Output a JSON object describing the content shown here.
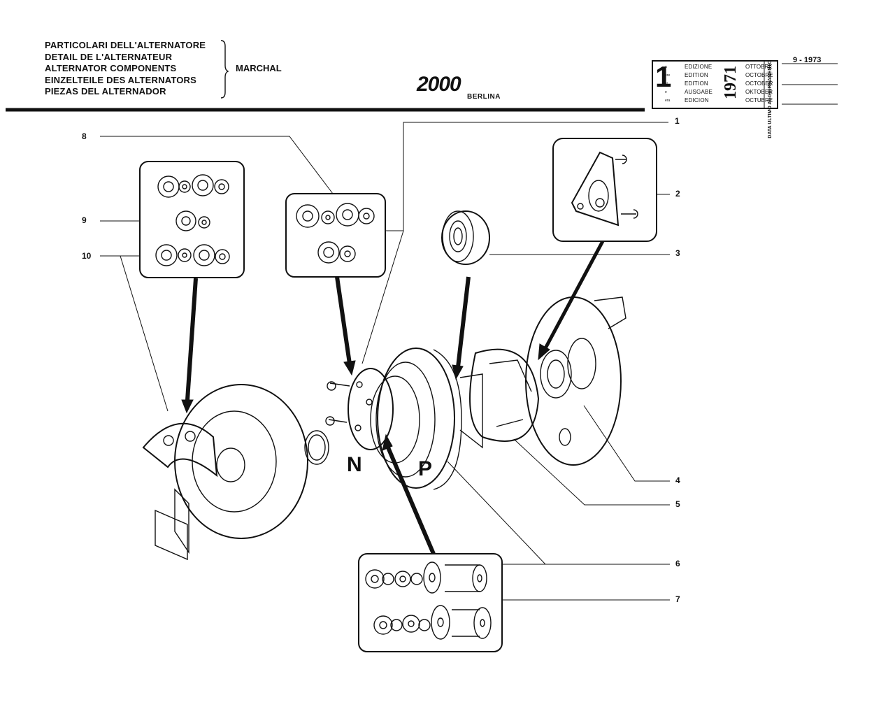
{
  "header": {
    "titles": [
      "PARTICOLARI DELL'ALTERNATORE",
      "DETAIL DE L'ALTERNATEUR",
      "ALTERNATOR COMPONENTS",
      "EINZELTEILE DES ALTERNATORS",
      "PIEZAS DEL ALTERNADOR"
    ],
    "manufacturer": "MARCHAL",
    "logo": "2000",
    "model": "BERLINA"
  },
  "edition": {
    "number": "1",
    "ordinal_suffixes": [
      "a",
      "ere",
      "st",
      "e",
      "era"
    ],
    "labels": [
      "EDIZIONE",
      "EDITION",
      "EDITION",
      "AUSGABE",
      "EDICION"
    ],
    "year": "1971",
    "months": [
      "OTTOBRE",
      "OCTOBRE",
      "OCTOBER",
      "OKTOBER",
      "OCTUBRE"
    ],
    "update_label": "DATA ULTIMO AGGIORNAMENTO",
    "update_value": "9 - 1973"
  },
  "callouts": [
    "1",
    "2",
    "3",
    "4",
    "5",
    "6",
    "7",
    "8",
    "9",
    "10"
  ],
  "polarity": {
    "negative": "N",
    "positive": "P"
  },
  "colors": {
    "ink": "#111111",
    "paper": "#ffffff"
  }
}
